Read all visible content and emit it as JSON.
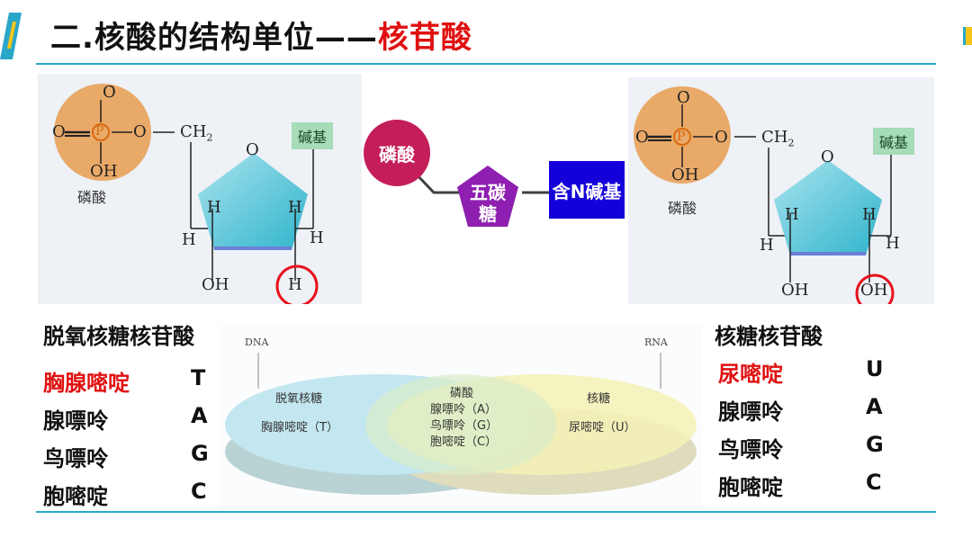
{
  "title": {
    "prefix": "二.核酸的结构单位——",
    "highlight": "核苷酸"
  },
  "left_diagram": {
    "phos_top": "O",
    "phos_left": "O",
    "phos_p": "P",
    "phos_right": "O",
    "phos_bottom": "OH",
    "ch2": "CH",
    "ch2_sub": "2",
    "phos_label": "磷酸",
    "base_label": "碱基",
    "ring_o": "O",
    "h1": "H",
    "h2": "H",
    "h3": "H",
    "h4": "H",
    "bottom_left": "OH",
    "bottom_right": "H"
  },
  "right_diagram": {
    "phos_top": "O",
    "phos_left": "O",
    "phos_p": "P",
    "phos_right": "O",
    "phos_bottom": "OH",
    "ch2": "CH",
    "ch2_sub": "2",
    "phos_label": "磷酸",
    "base_label": "碱基",
    "ring_o": "O",
    "h1": "H",
    "h2": "H",
    "h3": "H",
    "h4": "H",
    "bottom_left": "OH",
    "bottom_right": "OH"
  },
  "schema": {
    "phosphate": "磷酸",
    "sugar_line1": "五碳",
    "sugar_line2": "糖",
    "base": "含N碱基"
  },
  "left_list": {
    "heading": "脱氧核糖核苷酸",
    "rows": [
      {
        "name": "胸腺嘧啶",
        "letter": "T"
      },
      {
        "name": "腺嘌呤",
        "letter": "A"
      },
      {
        "name": "鸟嘌呤",
        "letter": "G"
      },
      {
        "name": "胞嘧啶",
        "letter": "C"
      }
    ]
  },
  "right_list": {
    "heading": "核糖核苷酸",
    "rows": [
      {
        "name": "尿嘧啶",
        "letter": "U"
      },
      {
        "name": "腺嘌呤",
        "letter": "A"
      },
      {
        "name": "鸟嘌呤",
        "letter": "G"
      },
      {
        "name": "胞嘧啶",
        "letter": "C"
      }
    ]
  },
  "venn": {
    "dna_label": "DNA",
    "rna_label": "RNA",
    "left_title": "脱氧核糖",
    "left_item": "胸腺嘧啶（T）",
    "center_title": "磷酸",
    "center_items": [
      "腺嘌呤（A）",
      "鸟嘌呤（G）",
      "胞嘧啶（C）"
    ],
    "right_title": "核糖",
    "right_item": "尿嘧啶（U）"
  },
  "colors": {
    "accent": "#2aa6c8",
    "highlight": "#e01010",
    "phosphate_node": "#c41e5a",
    "sugar_node": "#8e1fb0",
    "base_node": "#1400d8"
  }
}
